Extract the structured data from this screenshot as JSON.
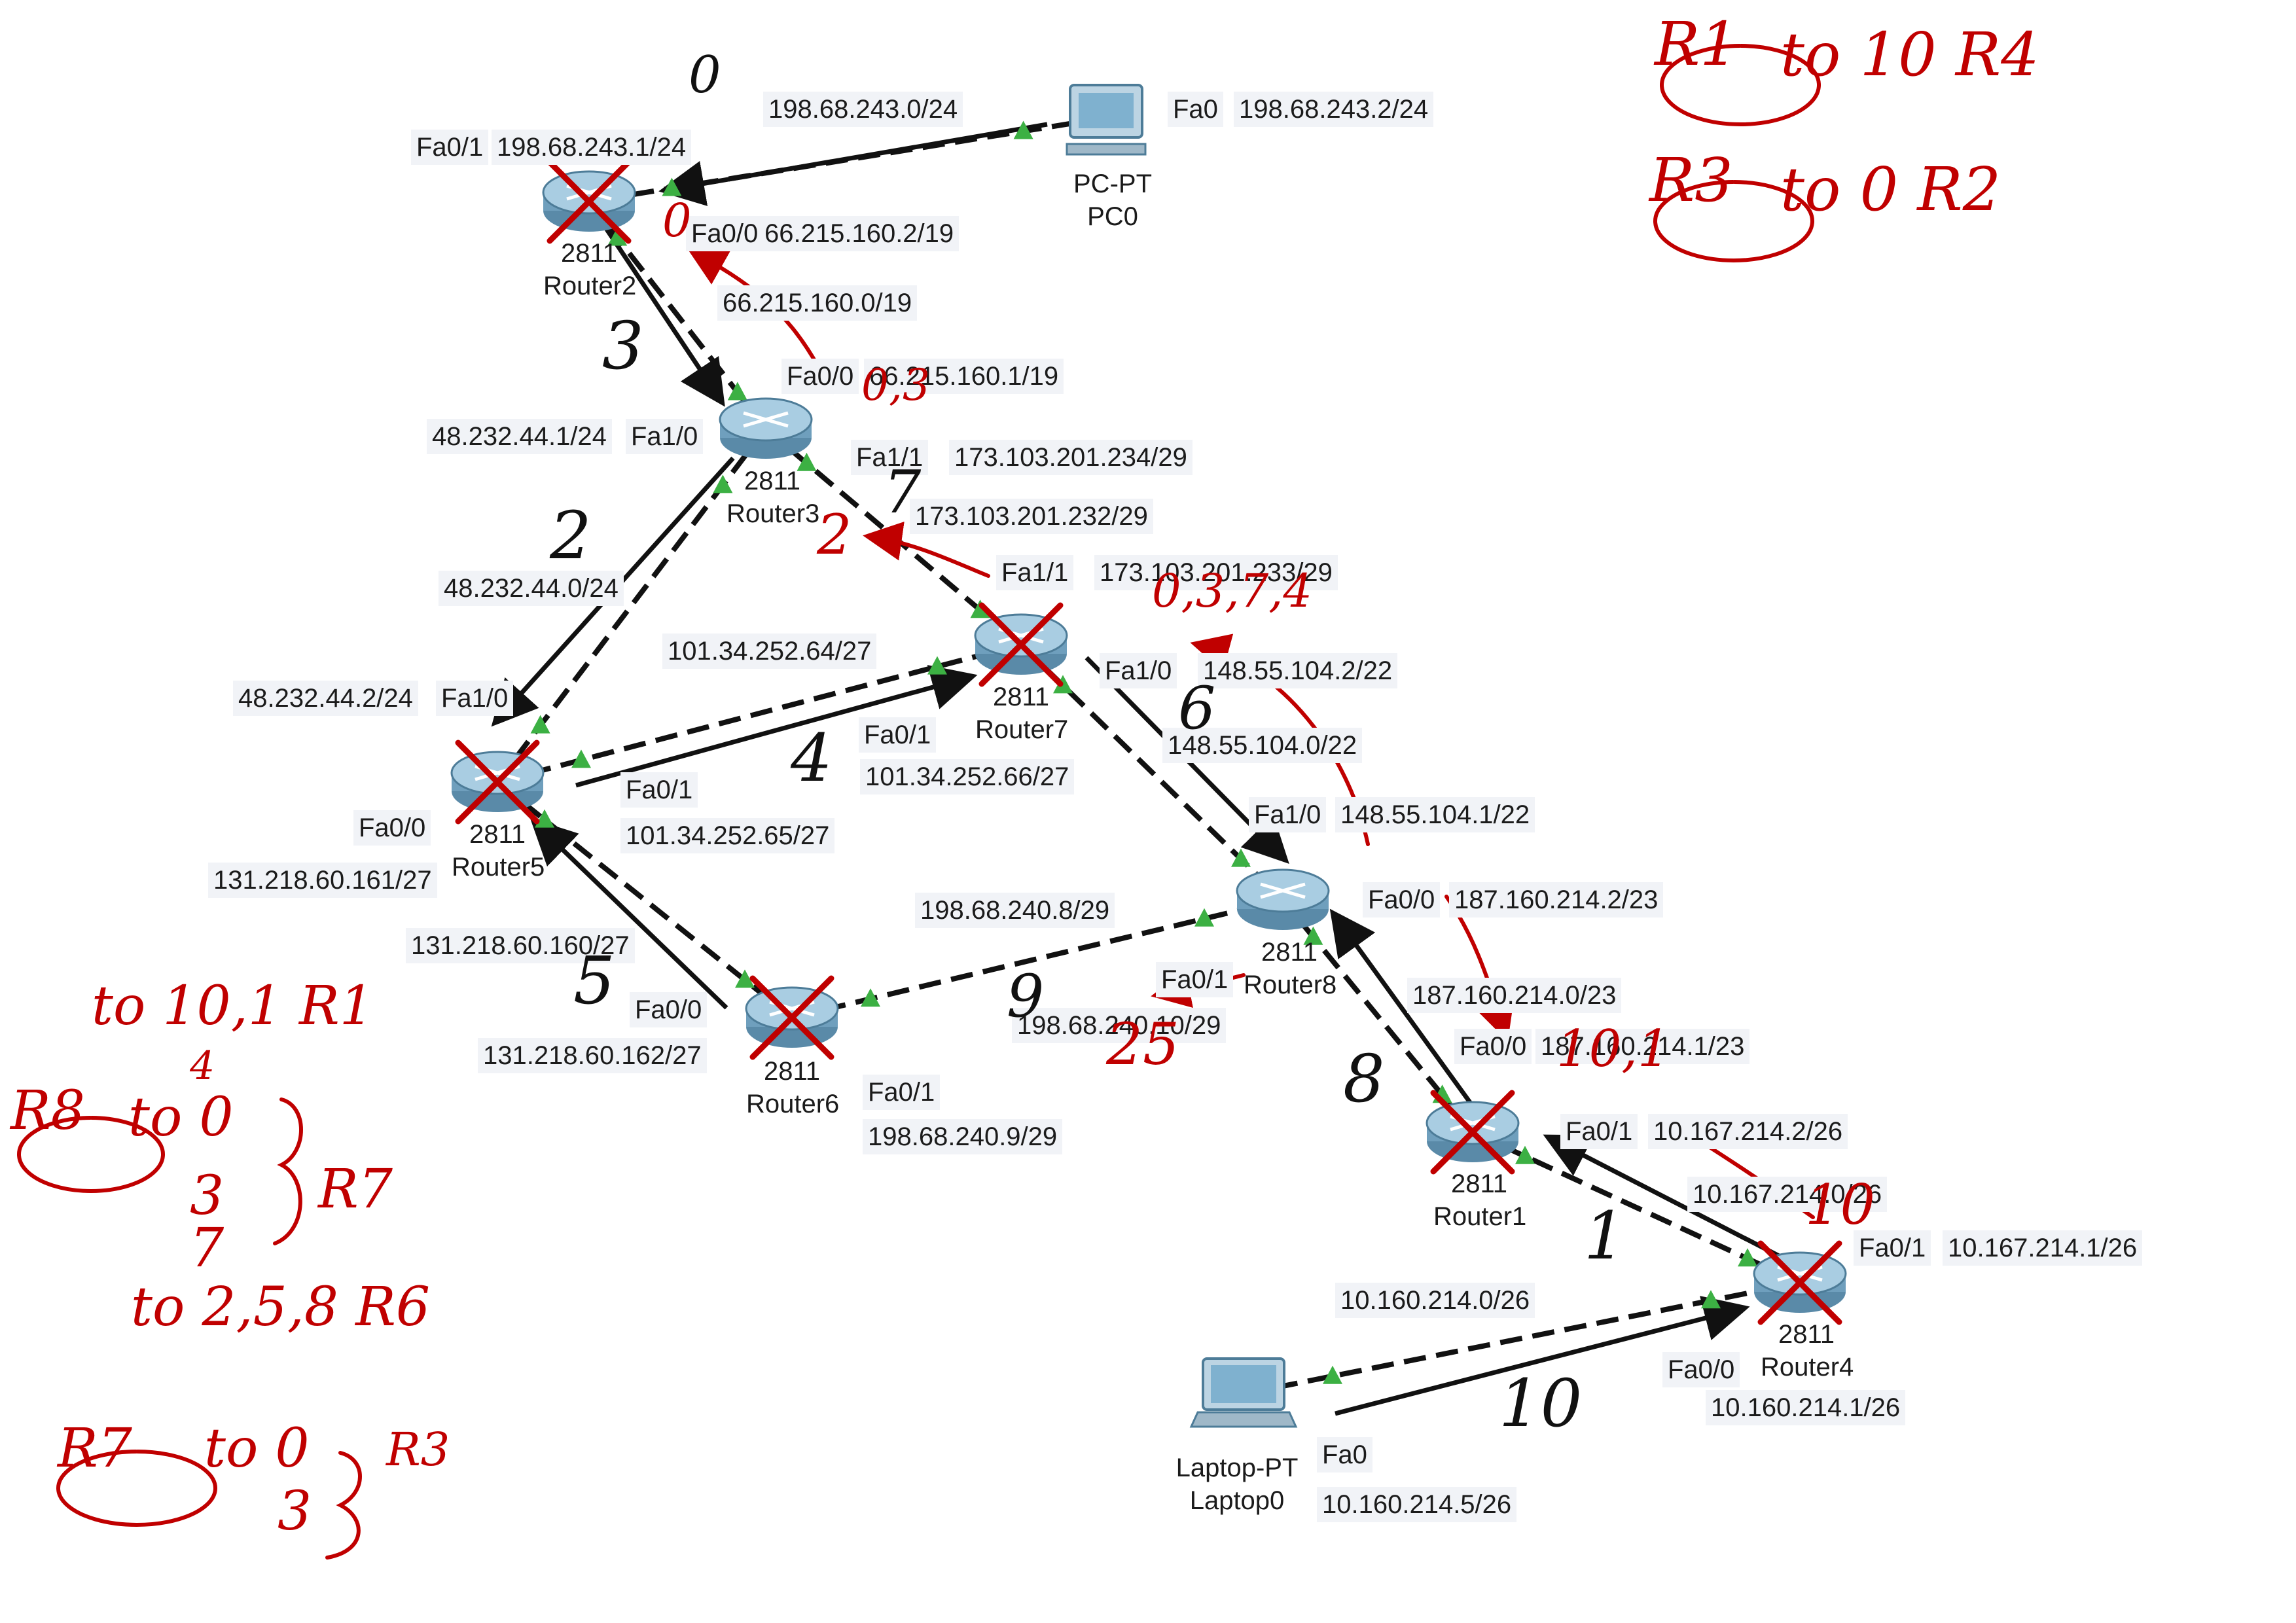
{
  "colors": {
    "ink": "#111111",
    "annotation": "#c00000",
    "link_up": "#3cb043",
    "label_bg": "#f1f3f7"
  },
  "devices": [
    {
      "id": "router2",
      "model": "2811",
      "name": "Router2",
      "kind": "router",
      "crossed": true
    },
    {
      "id": "router3",
      "model": "2811",
      "name": "Router3",
      "kind": "router",
      "crossed": false
    },
    {
      "id": "router5",
      "model": "2811",
      "name": "Router5",
      "kind": "router",
      "crossed": true
    },
    {
      "id": "router7",
      "model": "2811",
      "name": "Router7",
      "kind": "router",
      "crossed": true
    },
    {
      "id": "router6",
      "model": "2811",
      "name": "Router6",
      "kind": "router",
      "crossed": true
    },
    {
      "id": "router8",
      "model": "2811",
      "name": "Router8",
      "kind": "router",
      "crossed": false
    },
    {
      "id": "router1",
      "model": "2811",
      "name": "Router1",
      "kind": "router",
      "crossed": true
    },
    {
      "id": "router4",
      "model": "2811",
      "name": "Router4",
      "kind": "router",
      "crossed": true
    },
    {
      "id": "pc0",
      "model": "PC-PT",
      "name": "PC0",
      "kind": "pc",
      "crossed": false
    },
    {
      "id": "laptop0",
      "model": "Laptop-PT",
      "name": "Laptop0",
      "kind": "laptop",
      "crossed": false
    }
  ],
  "labels": [
    {
      "id": "net-pc0",
      "text": "198.68.243.0/24"
    },
    {
      "id": "pc0-fa0",
      "text": "Fa0"
    },
    {
      "id": "pc0-ip",
      "text": "198.68.243.2/24"
    },
    {
      "id": "r2-fa01",
      "text": "Fa0/1"
    },
    {
      "id": "r2-fa01-ip",
      "text": "198.68.243.1/24"
    },
    {
      "id": "r2-fa00",
      "text": "Fa0/0"
    },
    {
      "id": "r2-fa00-ip",
      "text": "66.215.160.2/19"
    },
    {
      "id": "net-r2r3",
      "text": "66.215.160.0/19"
    },
    {
      "id": "r3-fa00",
      "text": "Fa0/0"
    },
    {
      "id": "r3-fa00-ip",
      "text": "66.215.160.1/19"
    },
    {
      "id": "r3-fa10-ip",
      "text": "48.232.44.1/24"
    },
    {
      "id": "r3-fa10",
      "text": "Fa1/0"
    },
    {
      "id": "r3-fa11",
      "text": "Fa1/1"
    },
    {
      "id": "r3-fa11-ip",
      "text": "173.103.201.234/29"
    },
    {
      "id": "net-r3r7",
      "text": "173.103.201.232/29"
    },
    {
      "id": "r7-fa11",
      "text": "Fa1/1"
    },
    {
      "id": "r7-fa11-ip",
      "text": "173.103.201.233/29"
    },
    {
      "id": "net-r3r5",
      "text": "48.232.44.0/24"
    },
    {
      "id": "net-r5r7",
      "text": "101.34.252.64/27"
    },
    {
      "id": "r7-fa10",
      "text": "Fa1/0"
    },
    {
      "id": "r7-fa10-ip",
      "text": "148.55.104.2/22"
    },
    {
      "id": "r5-fa10-ip",
      "text": "48.232.44.2/24"
    },
    {
      "id": "r5-fa10",
      "text": "Fa1/0"
    },
    {
      "id": "r7-fa01",
      "text": "Fa0/1"
    },
    {
      "id": "r7-fa01-ip",
      "text": "101.34.252.66/27"
    },
    {
      "id": "net-r7r8",
      "text": "148.55.104.0/22"
    },
    {
      "id": "r5-fa01",
      "text": "Fa0/1"
    },
    {
      "id": "r5-fa01-ip",
      "text": "101.34.252.65/27"
    },
    {
      "id": "r5-fa00",
      "text": "Fa0/0"
    },
    {
      "id": "r5-fa00-ip",
      "text": "131.218.60.161/27"
    },
    {
      "id": "r8-fa10",
      "text": "Fa1/0"
    },
    {
      "id": "r8-fa10-ip",
      "text": "148.55.104.1/22"
    },
    {
      "id": "net-r6r8",
      "text": "198.68.240.8/29"
    },
    {
      "id": "r8-fa00",
      "text": "Fa0/0"
    },
    {
      "id": "r8-fa00-ip",
      "text": "187.160.214.2/23"
    },
    {
      "id": "net-r5r6",
      "text": "131.218.60.160/27"
    },
    {
      "id": "r8-fa01",
      "text": "Fa0/1"
    },
    {
      "id": "net-r8r1",
      "text": "187.160.214.0/23"
    },
    {
      "id": "r6-fa00",
      "text": "Fa0/0"
    },
    {
      "id": "r8-fa01-ip",
      "text": "198.68.240.10/29"
    },
    {
      "id": "r6-fa00-ip",
      "text": "131.218.60.162/27"
    },
    {
      "id": "r1-fa00",
      "text": "Fa0/0"
    },
    {
      "id": "r1-fa00-ip",
      "text": "187.160.214.1/23"
    },
    {
      "id": "r6-fa01",
      "text": "Fa0/1"
    },
    {
      "id": "r6-fa01-ip",
      "text": "198.68.240.9/29"
    },
    {
      "id": "r1-fa01",
      "text": "Fa0/1"
    },
    {
      "id": "r1-fa01-ip",
      "text": "10.167.214.2/26"
    },
    {
      "id": "net-r1r4",
      "text": "10.167.214.0/26"
    },
    {
      "id": "r4-fa01",
      "text": "Fa0/1"
    },
    {
      "id": "r4-fa01-ip",
      "text": "10.167.214.1/26"
    },
    {
      "id": "net-lap",
      "text": "10.160.214.0/26"
    },
    {
      "id": "r4-fa00",
      "text": "Fa0/0"
    },
    {
      "id": "r4-fa00-ip",
      "text": "10.160.214.1/26"
    },
    {
      "id": "lap-fa0",
      "text": "Fa0"
    },
    {
      "id": "lap-ip",
      "text": "10.160.214.5/26"
    }
  ],
  "annotations": {
    "red": [
      {
        "id": "a-r1-head",
        "text": "R1"
      },
      {
        "id": "a-r1-rest",
        "text": "to 10  R4"
      },
      {
        "id": "a-r3-head",
        "text": "R3"
      },
      {
        "id": "a-r3-rest",
        "text": "to 0   R2"
      },
      {
        "id": "a-03",
        "text": "0,3"
      },
      {
        "id": "a-0374",
        "text": "0,3,7,4"
      },
      {
        "id": "a-101",
        "text": "10,1"
      },
      {
        "id": "a-10b",
        "text": "10"
      },
      {
        "id": "a-25",
        "text": "25"
      },
      {
        "id": "a-0",
        "text": "0"
      },
      {
        "id": "a-2",
        "text": "2"
      },
      {
        "id": "a-to101",
        "text": "to 10,1 R1"
      },
      {
        "id": "a-r8-head",
        "text": "R8"
      },
      {
        "id": "a-r8-to",
        "text": "to 0"
      },
      {
        "id": "a-4",
        "text": "4"
      },
      {
        "id": "a-3",
        "text": "3"
      },
      {
        "id": "a-7",
        "text": "7"
      },
      {
        "id": "a-r7lab",
        "text": "R7"
      },
      {
        "id": "a-to25",
        "text": "to 2,5,8 R6"
      },
      {
        "id": "a-r7-head",
        "text": "R7"
      },
      {
        "id": "a-r7-to",
        "text": "to 0"
      },
      {
        "id": "a-r7-3",
        "text": "3"
      },
      {
        "id": "a-r3lab",
        "text": "R3"
      }
    ],
    "black": [
      {
        "id": "b-0",
        "text": "0"
      },
      {
        "id": "b-3",
        "text": "3"
      },
      {
        "id": "b-2",
        "text": "2"
      },
      {
        "id": "b-7",
        "text": "7"
      },
      {
        "id": "b-4",
        "text": "4"
      },
      {
        "id": "b-6",
        "text": "6"
      },
      {
        "id": "b-5",
        "text": "5"
      },
      {
        "id": "b-9",
        "text": "9"
      },
      {
        "id": "b-8",
        "text": "8"
      },
      {
        "id": "b-1",
        "text": "1"
      },
      {
        "id": "b-10",
        "text": "10"
      }
    ]
  }
}
